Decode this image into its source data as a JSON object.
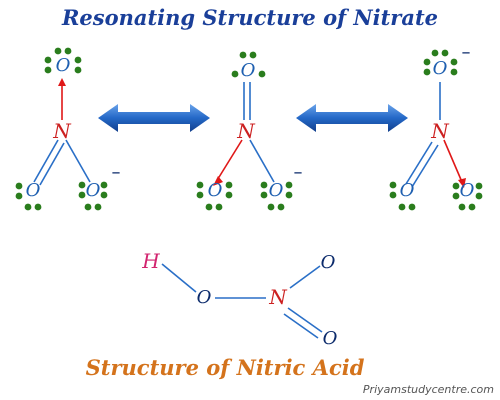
{
  "title": "Resonating Structure of Nitrate",
  "subtitle": "Structure of Nitric Acid",
  "watermark": "Priyamstudycentre.com",
  "atoms": {
    "n": "N",
    "o": "O",
    "h": "H"
  },
  "charge": "–",
  "colors": {
    "title": "#1a3f99",
    "subtitle": "#d4731c",
    "atom_blue": "#1e5fb0",
    "atom_red": "#cc2020",
    "atom_dark": "#0b2a6b",
    "hydrogen": "#d2246f",
    "lone_pair": "#2a7d1d",
    "bond_red": "#e01818",
    "bond_blue": "#2a6fc7",
    "arrow": "#2468c7",
    "watermark": "#555555"
  }
}
